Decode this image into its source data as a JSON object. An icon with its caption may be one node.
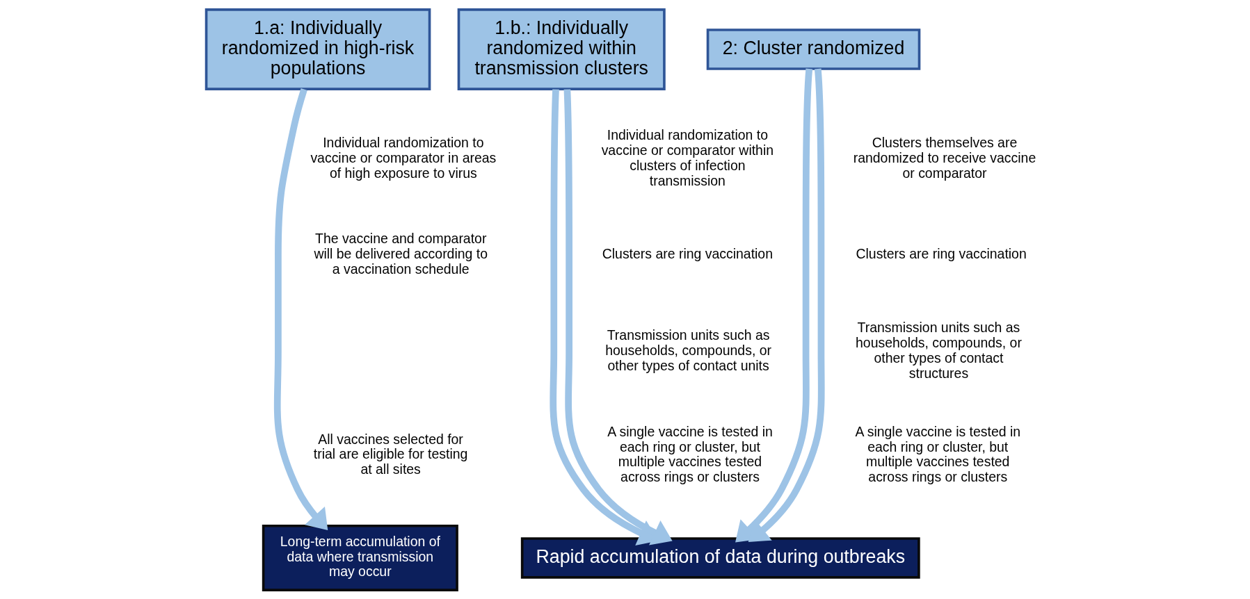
{
  "diagram": {
    "nodes": [
      {
        "text": [
          "1.a: Individually randomized in high-risk populations"
        ]
      },
      {
        "text": [
          "1.b.: Individually randomized within transmission clusters"
        ]
      },
      {
        "text": [
          "2: Cluster randomized"
        ]
      },
      {
        "text": [
          "Long-term accumulation of data where transmission may occur"
        ]
      },
      {
        "text": [
          "Rapid accumulation of data during outbreaks"
        ]
      }
    ],
    "edges": [
      {
        "from": 0,
        "to": 3,
        "arrow": "to"
      },
      {
        "from": 1,
        "to": 4,
        "arrow": "to"
      },
      {
        "from": 1,
        "to": 4,
        "arrow": "to"
      },
      {
        "from": 2,
        "to": 4,
        "arrow": "to"
      },
      {
        "from": 2,
        "to": 4,
        "arrow": "to"
      }
    ],
    "labels": [
      "Individual randomization to vaccine or comparator in areas of high exposure to virus",
      "The vaccine and comparator will be delivered according to a vaccination schedule",
      "All vaccines selected for trial are eligible for testing at all sites",
      "Individual randomization to vaccine or comparator within clusters of infection transmission",
      "Clusters are ring vaccination",
      "Transmission units such as households, compounds, or other types of contact units",
      "A single vaccine is tested in each ring or cluster, but multiple vaccines tested across rings or clusters",
      "Clusters themselves are randomized to receive vaccine or comparator",
      "Clusters are ring vaccination",
      "Transmission units such as households, compounds, or other types of contact structures",
      "A single vaccine is tested in each ring or cluster, but multiple vaccines tested across rings or clusters"
    ]
  }
}
